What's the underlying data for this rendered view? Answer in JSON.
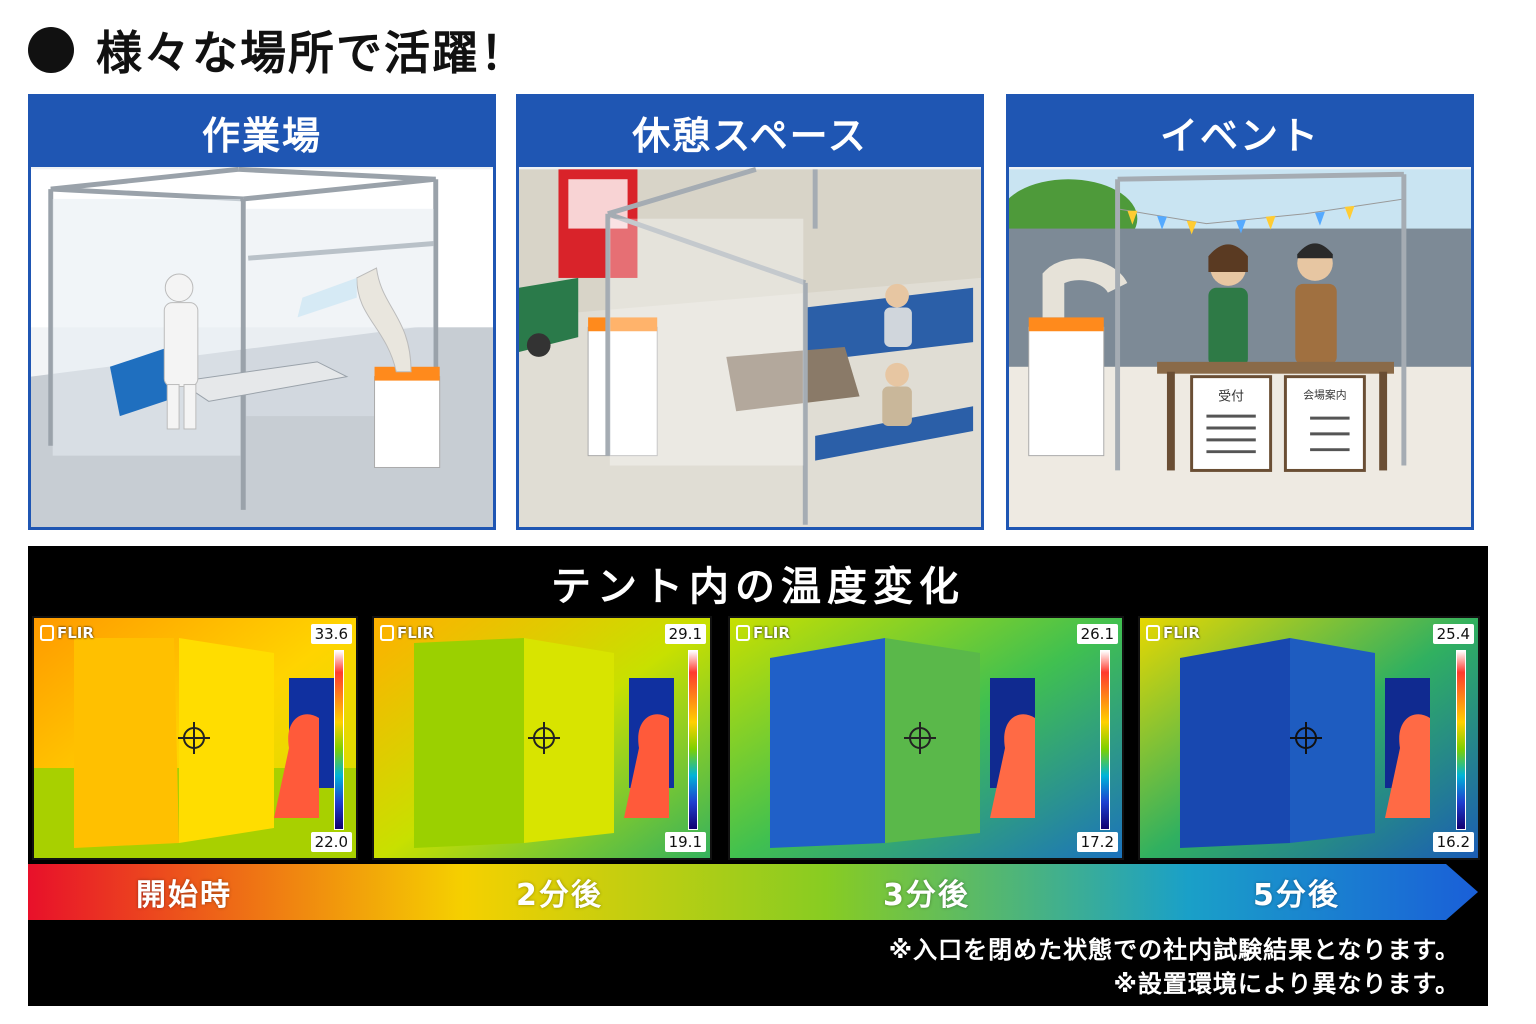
{
  "headline": {
    "text": "様々な場所で活躍！"
  },
  "panels": [
    {
      "title": "作業場"
    },
    {
      "title": "休憩スペース"
    },
    {
      "title": "イベント",
      "sign_left": "受付",
      "sign_right": "会場案内"
    }
  ],
  "thermal": {
    "title": "テント内の温度変化",
    "brand": "FLIR",
    "images": [
      {
        "max": "33.6",
        "min": "22.0",
        "tone": "warm"
      },
      {
        "max": "29.1",
        "min": "19.1",
        "tone": "mid"
      },
      {
        "max": "26.1",
        "min": "17.2",
        "tone": "cool"
      },
      {
        "max": "25.4",
        "min": "16.2",
        "tone": "cold"
      }
    ],
    "timeline": [
      "開始時",
      "2分後",
      "3分後",
      "5分後"
    ],
    "notes": [
      "※入口を閉めた状態での社内試験結果となります。",
      "※設置環境により異なります。"
    ]
  },
  "colors": {
    "panel_blue": "#1f56b3",
    "timeline_red": "#e8102a",
    "timeline_yellow": "#f5d000",
    "timeline_green": "#88cc22",
    "timeline_blue": "#1a6fd8"
  }
}
